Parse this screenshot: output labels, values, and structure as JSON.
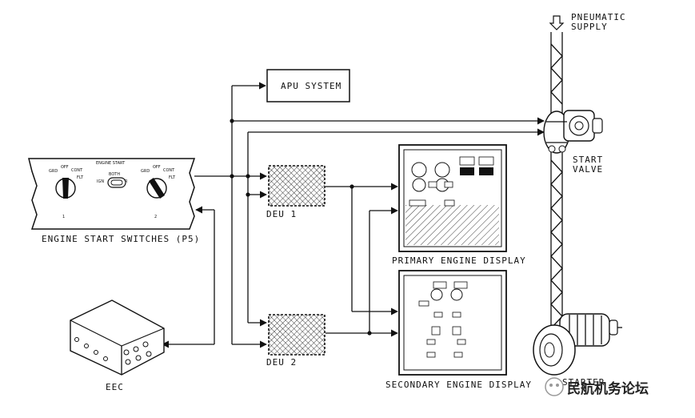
{
  "labels": {
    "pneumatic_supply_line1": "PNEUMATIC",
    "pneumatic_supply_line2": "SUPPLY",
    "apu_system": "APU SYSTEM",
    "start_valve_line1": "START",
    "start_valve_line2": "VALVE",
    "engine_start_switches": "ENGINE START SWITCHES (P5)",
    "deu1": "DEU 1",
    "deu2": "DEU 2",
    "primary_engine_display": "PRIMARY ENGINE DISPLAY",
    "secondary_engine_display": "SECONDARY ENGINE DISPLAY",
    "eec": "EEC",
    "starter": "STARTER"
  },
  "panel": {
    "title": "ENGINE START",
    "left_positions": [
      "GRD",
      "OFF",
      "CONT",
      "FLT"
    ],
    "right_positions": [
      "GRD",
      "OFF",
      "CONT",
      "FLT"
    ],
    "ign_select": [
      "BOTH",
      "IGN",
      "R"
    ],
    "switch1": "1",
    "switch2": "2"
  },
  "watermark": "民航机务论坛",
  "colors": {
    "line": "#111111",
    "background": "#ffffff"
  }
}
